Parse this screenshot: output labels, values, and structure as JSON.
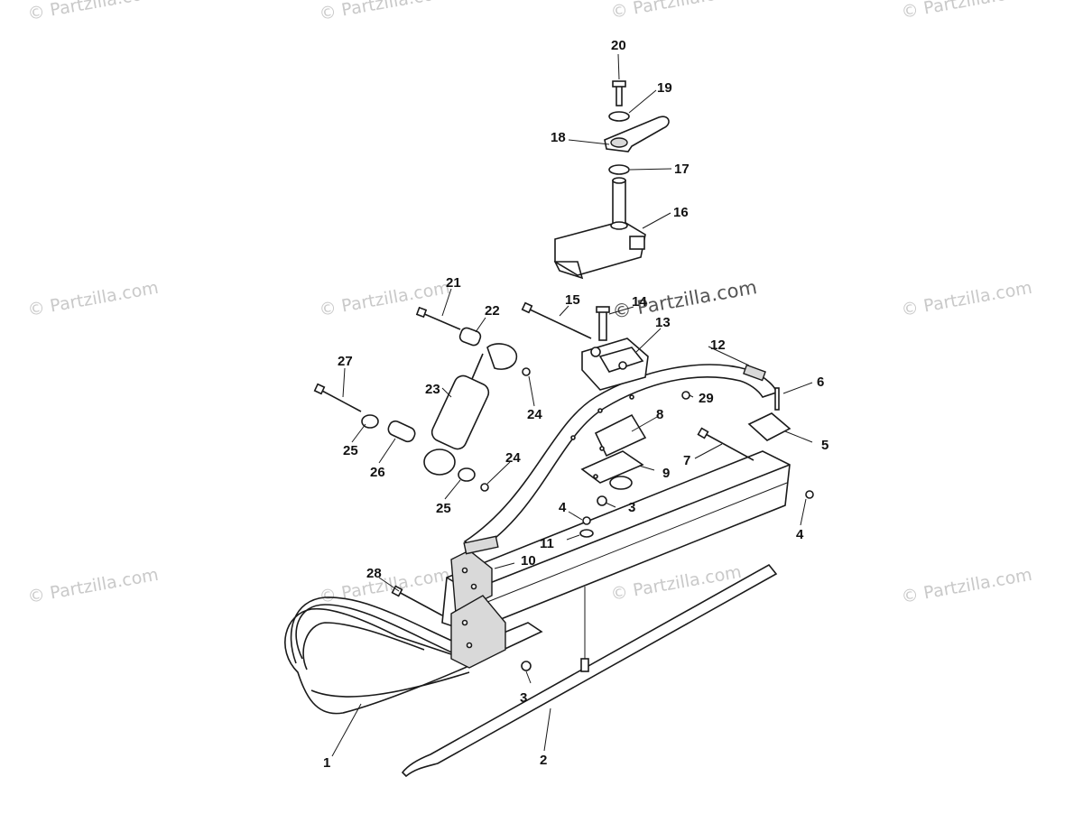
{
  "watermark_text": "© Partzilla.com",
  "center_watermark_text": "© Partzilla.com",
  "callouts": {
    "c1": "1",
    "c2": "2",
    "c3a": "3",
    "c3b": "3",
    "c4a": "4",
    "c4b": "4",
    "c5": "5",
    "c6": "6",
    "c7": "7",
    "c8": "8",
    "c9": "9",
    "c10": "10",
    "c11": "11",
    "c12": "12",
    "c13": "13",
    "c14": "14",
    "c15": "15",
    "c16": "16",
    "c17": "17",
    "c18": "18",
    "c19": "19",
    "c20": "20",
    "c21": "21",
    "c22": "22",
    "c23": "23",
    "c24a": "24",
    "c24b": "24",
    "c25a": "25",
    "c25b": "25",
    "c26": "26",
    "c27": "27",
    "c28": "28",
    "c29": "29"
  }
}
